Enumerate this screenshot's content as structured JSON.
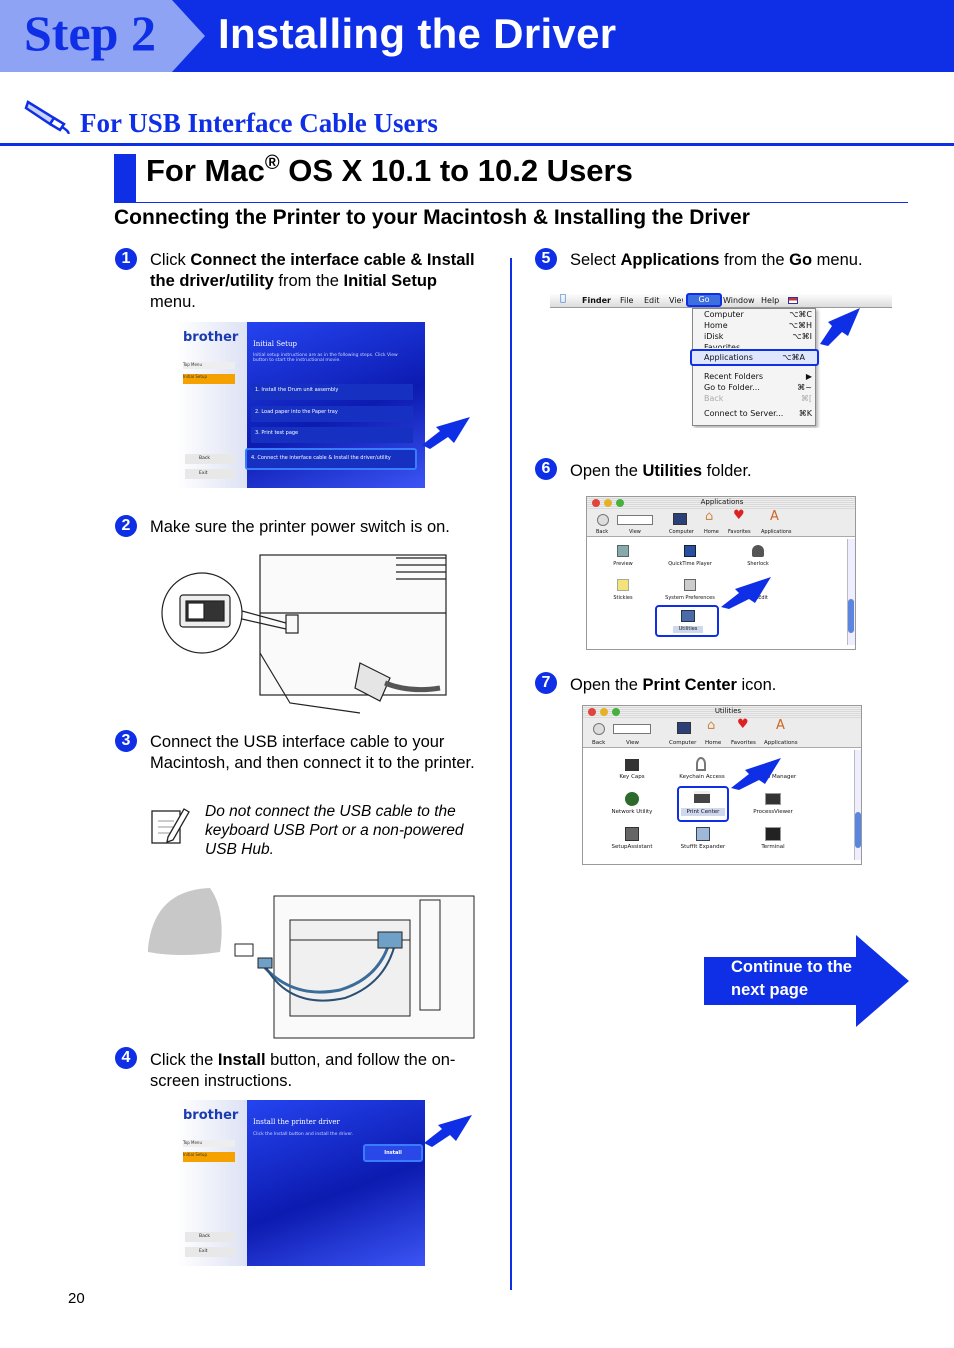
{
  "header": {
    "step_label": "Step 2",
    "title": "Installing the Driver"
  },
  "usb_section": {
    "title": "For USB Interface Cable Users"
  },
  "mac_section": {
    "title_prefix": "For Mac",
    "title_reg": "®",
    "title_suffix": " OS X 10.1 to 10.2 Users"
  },
  "subheading": "Connecting the Printer to your Macintosh & Installing the Driver",
  "steps": [
    {
      "num": "1",
      "parts": [
        "Click ",
        "Connect the interface cable & Install the driver/utility",
        " from the ",
        "Initial Setup",
        " menu."
      ]
    },
    {
      "num": "2",
      "text": "Make sure the printer power switch is on."
    },
    {
      "num": "3",
      "text": "Connect the USB interface cable to your Macintosh, and then connect it to the printer."
    },
    {
      "num": "4",
      "parts": [
        "Click the ",
        "Install",
        " button, and follow the on-screen instructions."
      ]
    },
    {
      "num": "5",
      "parts": [
        "Select ",
        "Applications",
        " from the ",
        "Go",
        " menu."
      ]
    },
    {
      "num": "6",
      "parts": [
        "Open the ",
        "Utilities",
        " folder."
      ]
    },
    {
      "num": "7",
      "parts": [
        "Open the ",
        "Print Center",
        " icon."
      ]
    }
  ],
  "note": "Do not connect the USB cable to the keyboard USB Port or a non-powered USB Hub.",
  "screenshot1": {
    "logo": "brother",
    "side_items": [
      "Top Menu",
      "Initial Setup"
    ],
    "heading": "Initial Setup",
    "intro": "Initial setup instructions are as in the following steps. Click View button to start the instructional movie.",
    "items": [
      "1. Install the Drum unit assembly",
      "2. Load paper into the Paper tray",
      "3. Print test page",
      "4. Connect the interface cable & Install the driver/utility"
    ],
    "back": "Back",
    "exit": "Exit"
  },
  "screenshot4": {
    "logo": "brother",
    "side_items": [
      "Top Menu",
      "Initial Setup"
    ],
    "heading": "Install the printer driver",
    "intro": "Click the Install button and install the driver.",
    "install": "Install",
    "back": "Back",
    "exit": "Exit"
  },
  "go_menu": {
    "menubar": [
      "Finder",
      "File",
      "Edit",
      "View",
      "Go",
      "Window",
      "Help"
    ],
    "items": [
      {
        "label": "Computer",
        "key": "⌥⌘C"
      },
      {
        "label": "Home",
        "key": "⌥⌘H"
      },
      {
        "label": "iDisk",
        "key": "⌥⌘I"
      },
      {
        "label": "Favorites",
        "key": ""
      },
      {
        "label": "Applications",
        "key": "⌥⌘A"
      },
      {
        "label": "Recent Folders",
        "key": "▶"
      },
      {
        "label": "Go to Folder...",
        "key": "⌘~"
      },
      {
        "label": "Back",
        "key": "⌘["
      },
      {
        "label": "Connect to Server...",
        "key": "⌘K"
      }
    ]
  },
  "apps_window": {
    "title": "Applications",
    "toolbar": [
      "Back",
      "View",
      "Computer",
      "Home",
      "Favorites",
      "Applications"
    ],
    "items": [
      "Preview",
      "QuickTime Player",
      "Sherlock",
      "Stickies",
      "System Preferences",
      "TextEdit",
      "Utilities"
    ]
  },
  "utils_window": {
    "title": "Utilities",
    "toolbar": [
      "Back",
      "View",
      "Computer",
      "Home",
      "Favorites",
      "Applications"
    ],
    "items": [
      "Key Caps",
      "Keychain Access",
      "Info Manager",
      "Network Utility",
      "Print Center",
      "ProcessViewer",
      "SetupAssistant",
      "StuffIt Expander",
      "Terminal"
    ]
  },
  "continue": "Continue to the next page",
  "page_number": "20",
  "colors": {
    "brand_blue": "#0f2fe6",
    "step_tab": "#8fa3f5"
  }
}
